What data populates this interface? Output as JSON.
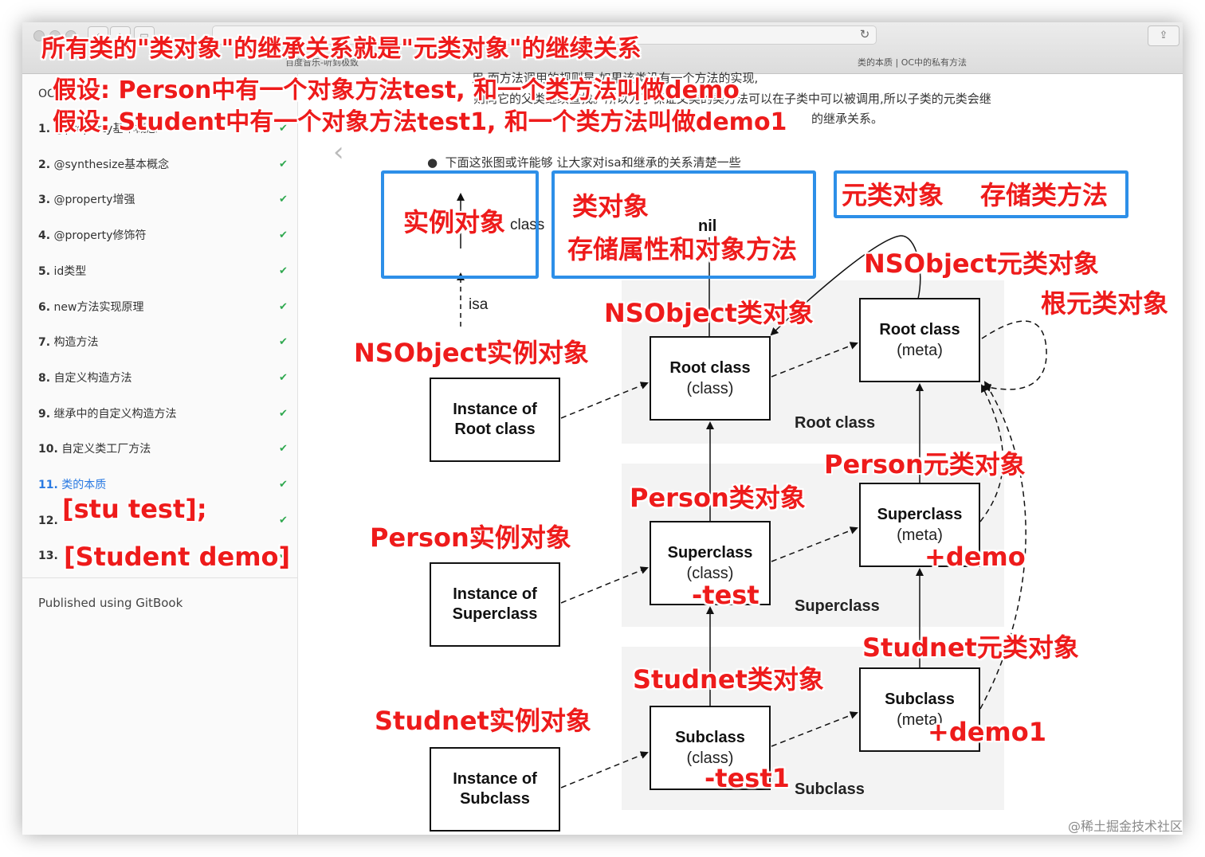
{
  "browser": {
    "tab_left": "百度音乐-听到极致",
    "tab_right": "类的本质 | OC中的私有方法",
    "reload_icon": "reload-icon",
    "share_icon": "share-icon"
  },
  "sidebar": {
    "partial_top": "OC",
    "items": [
      {
        "num": "1.",
        "label": "@property基本概念",
        "check": "✔"
      },
      {
        "num": "2.",
        "label": "@synthesize基本概念",
        "check": "✔"
      },
      {
        "num": "3.",
        "label": "@property增强",
        "check": "✔"
      },
      {
        "num": "4.",
        "label": "@property修饰符",
        "check": "✔"
      },
      {
        "num": "5.",
        "label": "id类型",
        "check": "✔"
      },
      {
        "num": "6.",
        "label": "new方法实现原理",
        "check": "✔"
      },
      {
        "num": "7.",
        "label": "构造方法",
        "check": "✔"
      },
      {
        "num": "8.",
        "label": "自定义构造方法",
        "check": "✔"
      },
      {
        "num": "9.",
        "label": "继承中的自定义构造方法",
        "check": "✔"
      },
      {
        "num": "10.",
        "label": "自定义类工厂方法",
        "check": "✔"
      },
      {
        "num": "11.",
        "label": "类的本质",
        "check": "✔"
      },
      {
        "num": "12.",
        "label": "",
        "check": "✔"
      },
      {
        "num": "13.",
        "label": "",
        "check": "✔"
      }
    ],
    "published": "Published using GitBook"
  },
  "content": {
    "para_line1": "用,而方法调用的规则是,如果该类没有一个方法的实现,",
    "para_line2": "则向它的父类继续查找。所以为了保证父类的类方法可以在子类中可以被调用,所以子类的元类会继",
    "para_line3": "的继承关系。",
    "bullet": "下面这张图或许能够 让大家对isa和继承的关系清楚一些"
  },
  "diagram": {
    "legend_class": "class",
    "legend_isa": "isa",
    "nil": "nil",
    "root_instance": [
      "Instance of",
      "Root class"
    ],
    "root_class": [
      "Root class",
      "(class)"
    ],
    "root_meta": [
      "Root class",
      "(meta)"
    ],
    "super_instance": [
      "Instance of",
      "Superclass"
    ],
    "super_class": [
      "Superclass",
      "(class)"
    ],
    "super_meta": [
      "Superclass",
      "(meta)"
    ],
    "sub_instance": [
      "Instance of",
      "Subclass"
    ],
    "sub_class": [
      "Subclass",
      "(class)"
    ],
    "sub_meta": [
      "Subclass",
      "(meta)"
    ],
    "row_root": "Root class",
    "row_super": "Superclass",
    "row_sub": "Subclass"
  },
  "annotations": {
    "headline": "所有类的\"类对象\"的继承关系就是\"元类对象\"的继续关系",
    "assume1": "假设: Person中有一个对象方法test, 和一个类方法叫做demo",
    "assume2": "假设: Student中有一个对象方法test1, 和一个类方法叫做demo1",
    "instance_obj": "实例对象",
    "class_obj": "类对象",
    "class_obj_stores": "存储属性和对象方法",
    "meta_obj": "元类对象",
    "meta_stores": "存储类方法",
    "nsobject_meta": "NSObject元类对象",
    "root_meta_label": "根元类对象",
    "nsobject_class": "NSObject类对象",
    "nsobject_instance": "NSObject实例对象",
    "person_meta": "Person元类对象",
    "person_class": "Person类对象",
    "person_instance": "Person实例对象",
    "student_meta": "Studnet元类对象",
    "student_class": "Studnet类对象",
    "student_instance": "Studnet实例对象",
    "plus_demo": "+demo",
    "minus_test": "-test",
    "plus_demo1": "+demo1",
    "minus_test1": "-test1",
    "stu_test": "[stu test];",
    "student_demo": "[Student demo]"
  },
  "watermark": "@稀土掘金技术社区",
  "colors": {
    "annotation_red": "#ee1b1b",
    "box_blue": "#2d8fe8",
    "check_green": "#2fa84f",
    "active_link": "#2a7ae2"
  }
}
